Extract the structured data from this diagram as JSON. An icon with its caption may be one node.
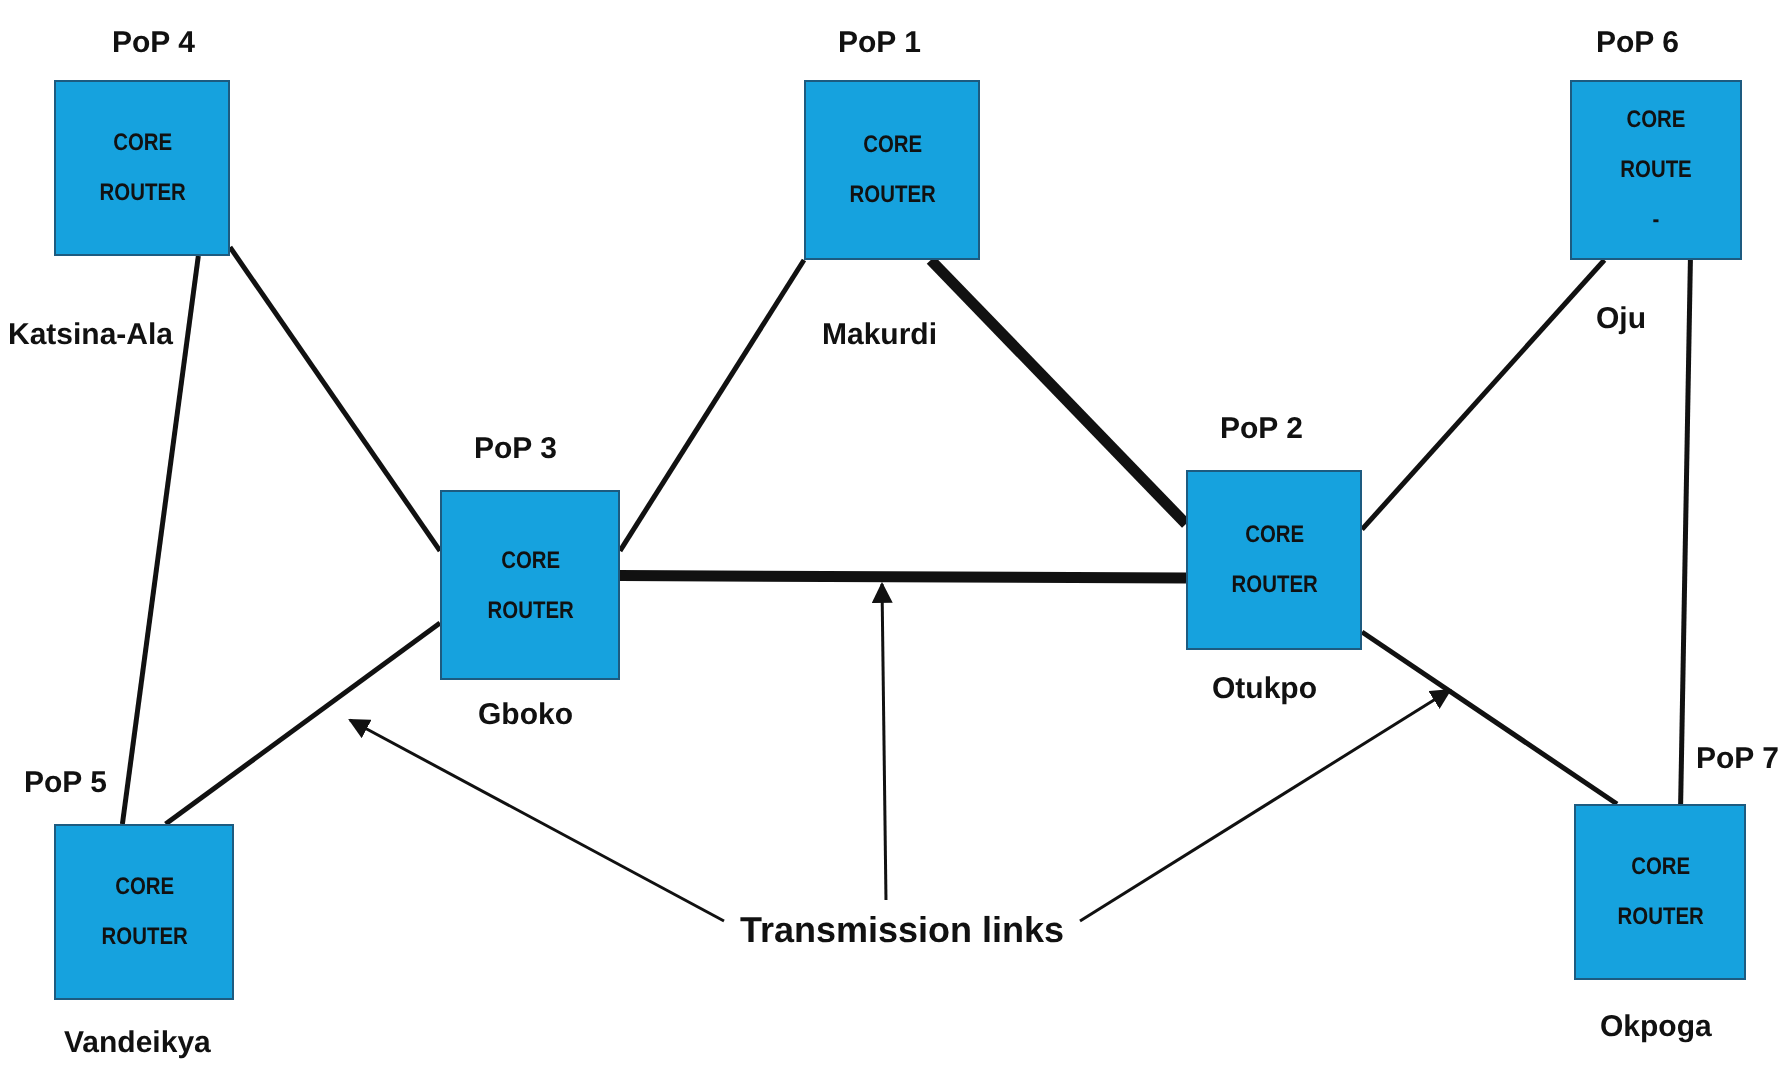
{
  "diagram": {
    "nodes": [
      {
        "text": [
          "PoP 4",
          "CORE ROUTER"
        ],
        "beside": [
          "Katsina-Ala"
        ]
      },
      {
        "text": [
          "PoP 1",
          "CORE ROUTER"
        ],
        "beside": [
          "Makurdi"
        ]
      },
      {
        "text": [
          "PoP 6",
          "CORE ROUTE -"
        ],
        "beside": [
          "Oju"
        ]
      },
      {
        "text": [
          "PoP 3",
          "CORE ROUTER"
        ],
        "beside": [
          "Gboko"
        ]
      },
      {
        "text": [
          "PoP 2",
          "CORE ROUTER"
        ],
        "beside": [
          "Otukpo"
        ]
      },
      {
        "text": [
          "PoP 5",
          "CORE ROUTER"
        ],
        "beside": [
          "Vandeikya"
        ]
      },
      {
        "text": [
          "PoP 7",
          "CORE ROUTER"
        ],
        "beside": [
          "Okpoga"
        ]
      },
      {
        "text": [
          "Transmission links"
        ]
      }
    ],
    "edges": [
      {
        "from": 0,
        "to": 5,
        "arrow": "none"
      },
      {
        "from": 0,
        "to": 3,
        "arrow": "none"
      },
      {
        "from": 5,
        "to": 3,
        "arrow": "none"
      },
      {
        "from": 3,
        "to": 1,
        "arrow": "none"
      },
      {
        "from": 3,
        "to": 4,
        "arrow": "none",
        "style": "thick"
      },
      {
        "from": 1,
        "to": 4,
        "arrow": "none",
        "style": "thick"
      },
      {
        "from": 4,
        "to": 2,
        "arrow": "none"
      },
      {
        "from": 4,
        "to": 6,
        "arrow": "none"
      },
      {
        "from": 2,
        "to": 6,
        "arrow": "none"
      },
      {
        "from": 7,
        "to": null,
        "arrow": "to"
      },
      {
        "from": 7,
        "to": null,
        "arrow": "to"
      },
      {
        "from": 7,
        "to": null,
        "arrow": "to"
      }
    ]
  }
}
